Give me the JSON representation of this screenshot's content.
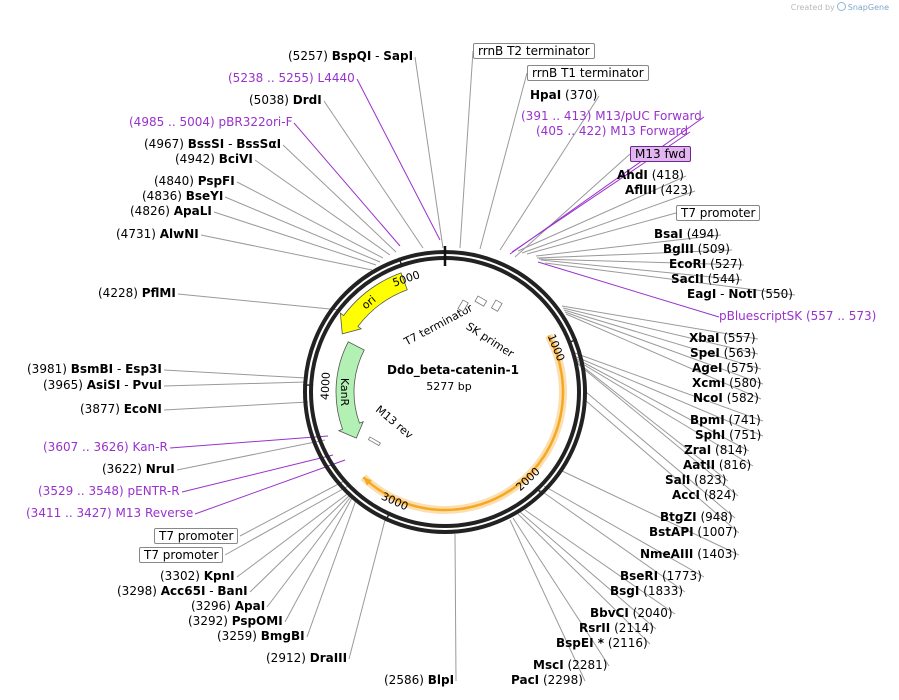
{
  "credit": {
    "prefix": "Created by",
    "brand": "SnapGene"
  },
  "plasmid": {
    "name": "Ddo_beta-catenin-1",
    "length_label": "5277 bp",
    "length_bp": 5277
  },
  "ticks": [
    "1000",
    "2000",
    "3000",
    "4000",
    "5000"
  ],
  "features": [
    {
      "id": "ori",
      "label": "ori",
      "type": "arrow",
      "color": "#ffff00",
      "from": 4980,
      "to": 4390
    },
    {
      "id": "kanr",
      "label": "KanR",
      "type": "arrow",
      "color": "#b3f0b3",
      "from": 4360,
      "to": 3555
    },
    {
      "id": "insert",
      "label": "",
      "type": "insert",
      "color": "#f7a821",
      "from": 900,
      "to": 3280
    },
    {
      "id": "t7term",
      "label": "T7 terminator",
      "type": "feature-text",
      "from": 4500,
      "to": 4400
    },
    {
      "id": "skprimer",
      "label": "SK primer",
      "type": "feature-text",
      "from": 600,
      "to": 500
    },
    {
      "id": "m13rev",
      "label": "M13 rev",
      "type": "feature-text",
      "from": 3560,
      "to": 3420
    }
  ],
  "labels": [
    {
      "pos": "(5257)",
      "name": "BspQI",
      "name2": "SapI"
    },
    {
      "feat": "L4440",
      "range": "(5238 .. 5255)"
    },
    {
      "pos": "(5038)",
      "name": "DrdI"
    },
    {
      "feat": "pBR322ori-F",
      "range": "(4985 .. 5004)"
    },
    {
      "pos": "(4967)",
      "name": "BssSI",
      "name2": "BssSαI"
    },
    {
      "pos": "(4942)",
      "name": "BciVI"
    },
    {
      "pos": "(4840)",
      "name": "PspFI"
    },
    {
      "pos": "(4836)",
      "name": "BseYI"
    },
    {
      "pos": "(4826)",
      "name": "ApaLI"
    },
    {
      "pos": "(4731)",
      "name": "AlwNI"
    },
    {
      "pos": "(4228)",
      "name": "PflMI"
    },
    {
      "pos": "(3981)",
      "name": "BsmBI",
      "name2": "Esp3I"
    },
    {
      "pos": "(3965)",
      "name": "AsiSI",
      "name2": "PvuI"
    },
    {
      "pos": "(3877)",
      "name": "EcoNI"
    },
    {
      "feat": "Kan-R",
      "range": "(3607 .. 3626)"
    },
    {
      "pos": "(3622)",
      "name": "NruI"
    },
    {
      "feat": "pENTR-R",
      "range": "(3529 .. 3548)"
    },
    {
      "feat": "M13 Reverse",
      "range": "(3411 .. 3427)"
    },
    {
      "box": "T7 promoter"
    },
    {
      "box": "T7 promoter"
    },
    {
      "pos": "(3302)",
      "name": "KpnI"
    },
    {
      "pos": "(3298)",
      "name": "Acc65I",
      "name2": "BanI"
    },
    {
      "pos": "(3296)",
      "name": "ApaI"
    },
    {
      "pos": "(3292)",
      "name": "PspOMI"
    },
    {
      "pos": "(3259)",
      "name": "BmgBI"
    },
    {
      "pos": "(2912)",
      "name": "DraIII"
    },
    {
      "pos": "(2586)",
      "name": "BlpI"
    },
    {
      "pos": "(2298)",
      "name": "PacI"
    },
    {
      "pos": "(2281)",
      "name": "MscI"
    },
    {
      "pos": "(2116)",
      "name": "BspEI *"
    },
    {
      "pos": "(2114)",
      "name": "RsrII"
    },
    {
      "pos": "(2040)",
      "name": "BbvCI"
    },
    {
      "pos": "(1833)",
      "name": "BsgI"
    },
    {
      "pos": "(1773)",
      "name": "BseRI"
    },
    {
      "pos": "(1403)",
      "name": "NmeAIII"
    },
    {
      "pos": "(1007)",
      "name": "BstAPI"
    },
    {
      "pos": "(948)",
      "name": "BtgZI"
    },
    {
      "pos": "(824)",
      "name": "AccI"
    },
    {
      "pos": "(823)",
      "name": "SalI"
    },
    {
      "pos": "(816)",
      "name": "AatII"
    },
    {
      "pos": "(814)",
      "name": "ZraI"
    },
    {
      "pos": "(751)",
      "name": "SphI"
    },
    {
      "pos": "(741)",
      "name": "BpmI"
    },
    {
      "pos": "(582)",
      "name": "NcoI"
    },
    {
      "pos": "(580)",
      "name": "XcmI"
    },
    {
      "pos": "(575)",
      "name": "AgeI"
    },
    {
      "pos": "(563)",
      "name": "SpeI"
    },
    {
      "pos": "(557)",
      "name": "XbaI"
    },
    {
      "feat": "pBluescriptSK",
      "range": "(557 .. 573)"
    },
    {
      "pos": "(550)",
      "name": "EagI",
      "name2": "NotI"
    },
    {
      "pos": "(544)",
      "name": "SacII"
    },
    {
      "pos": "(527)",
      "name": "EcoRI"
    },
    {
      "pos": "(509)",
      "name": "BglII"
    },
    {
      "pos": "(494)",
      "name": "BsaI"
    },
    {
      "box": "T7 promoter"
    },
    {
      "pos": "(423)",
      "name": "AflIII"
    },
    {
      "pos": "(418)",
      "name": "AhdI"
    },
    {
      "primerbox": "M13 fwd"
    },
    {
      "feat": "M13 Forward",
      "range": "(405 .. 422)"
    },
    {
      "feat": "M13/pUC Forward",
      "range": "(391 .. 413)"
    },
    {
      "pos": "(370)",
      "name": "HpaI"
    },
    {
      "box": "rrnB T1 terminator"
    },
    {
      "box": "rrnB T2 terminator"
    }
  ]
}
